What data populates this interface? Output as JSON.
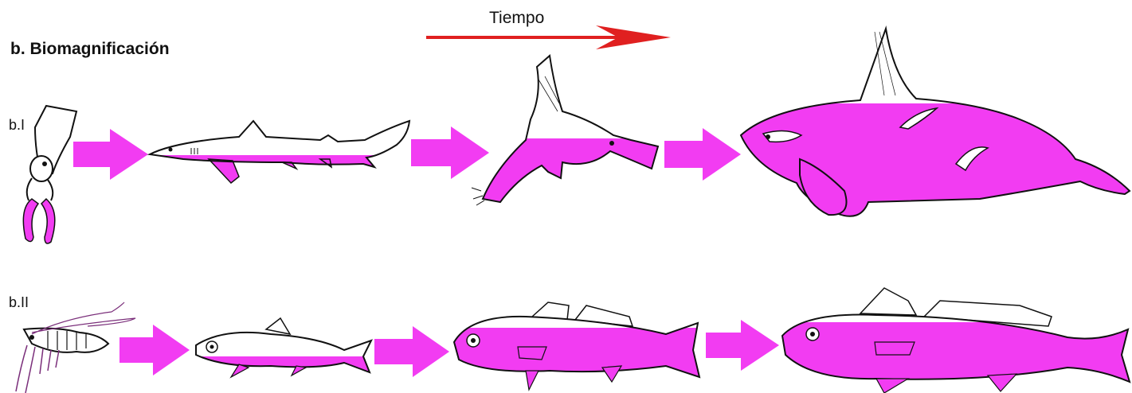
{
  "title": "b. Biomagnificación",
  "time_arrow_label": "Tiempo",
  "rows": [
    {
      "label": "b.I",
      "organisms": [
        "squid",
        "shark",
        "sea-lion",
        "orca"
      ]
    },
    {
      "label": "b.II",
      "organisms": [
        "krill",
        "small-fish",
        "medium-fish",
        "large-fish"
      ]
    }
  ],
  "colors": {
    "accumulation": "#f23cf2",
    "time_arrow": "#e02020",
    "outline": "#111111"
  }
}
